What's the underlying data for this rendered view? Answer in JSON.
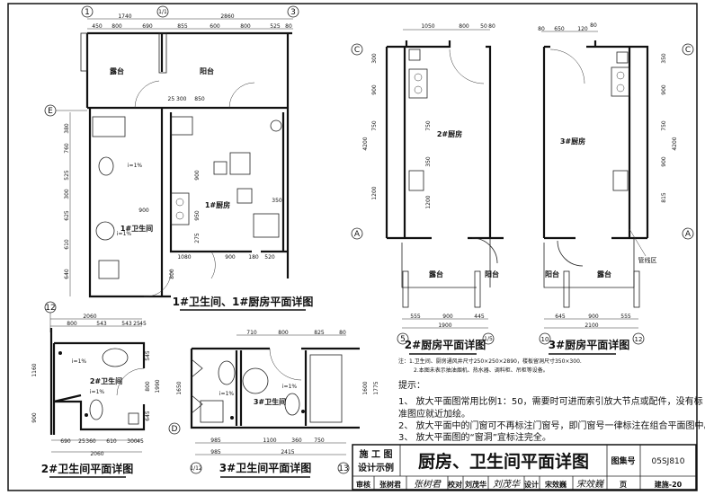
{
  "plan1": {
    "axes": [
      "1",
      "1/1",
      "3",
      "E"
    ],
    "dims_top_total": [
      "1740",
      "2860"
    ],
    "dims_top": [
      "450",
      "800",
      "690",
      "855",
      "600",
      "800",
      "525",
      "80"
    ],
    "dims_left": [
      "380",
      "760",
      "525",
      "300",
      "625",
      "610",
      "640"
    ],
    "dims_inner": [
      "25 300",
      "850",
      "900",
      "1080",
      "900",
      "180",
      "520",
      "800",
      "900",
      "350",
      "950",
      "275"
    ],
    "rooms": [
      "露台",
      "阳台",
      "1#厨房",
      "1#卫生间"
    ],
    "slopes": [
      "i=1%",
      "i=1%"
    ],
    "title": "1#卫生间、1#厨房平面详图"
  },
  "plan2bath": {
    "axis": "12",
    "dims_top_total": "2060",
    "dims_top": [
      "800",
      "543",
      "543",
      "25",
      "45"
    ],
    "dims_left": [
      "1160",
      "900"
    ],
    "dims_right": [
      "545",
      "800",
      "645",
      "1990"
    ],
    "dims_bottom": [
      "690",
      "25",
      "360",
      "610",
      "300",
      "45"
    ],
    "dims_bottom_total": "2060",
    "room": "2#卫生间",
    "slopes": [
      "i=1%",
      "i=1%"
    ],
    "title": "2#卫生间平面详图"
  },
  "plan3bath": {
    "axes": [
      "D",
      "1/12",
      "13"
    ],
    "dims_top": [
      "710",
      "800",
      "825",
      "80"
    ],
    "dims_left": [
      "1650"
    ],
    "dims_right": [
      "1600",
      "1775"
    ],
    "dims_bottom": [
      "985",
      "1100",
      "360",
      "750"
    ],
    "dims_bottom_total": [
      "985",
      "2415"
    ],
    "room": "3#卫生间",
    "slopes": [
      "i=1%",
      "i=1%"
    ],
    "title": "3#卫生间平面详图"
  },
  "plan2kitchen": {
    "axes": [
      "C",
      "A",
      "5",
      "1/5"
    ],
    "dims_top": [
      "1050",
      "800",
      "50",
      "80"
    ],
    "dims_left": [
      "300",
      "900",
      "750",
      "4200",
      "1200"
    ],
    "dims_inner": [
      "750",
      "350",
      "1200"
    ],
    "dims_bottom": [
      "555",
      "900",
      "445"
    ],
    "dims_bottom_total": "1900",
    "rooms": [
      "2#厨房",
      "露台",
      "阳台"
    ],
    "title": "2#厨房平面详图"
  },
  "plan3kitchen": {
    "axes": [
      "C",
      "A",
      "10",
      "12"
    ],
    "dims_top": [
      "80",
      "650",
      "120",
      "80"
    ],
    "dims_right": [
      "350",
      "900",
      "750",
      "900",
      "815",
      "4200"
    ],
    "dims_bottom": [
      "645",
      "900",
      "555"
    ],
    "dims_bottom_total": "2100",
    "rooms": [
      "3#厨房",
      "阳台",
      "露台"
    ],
    "pipe_zone": "管线区",
    "title": "3#厨房平面详图"
  },
  "notes": {
    "small": [
      "注：1.卫生间、厨房通风井尺寸250×250×2890，楼板留洞尺寸350×300.",
      "2.本图未表示抽油烟机、热水器、调料柜、吊柜等设备。"
    ],
    "heading": "提示：",
    "items": [
      "1、 放大平面图常用比例1：50，需要时可进而索引放大节点或配件，没有标",
      "准图应就近加绘。",
      "2、 放大平面中的门窗可不再标注门窗号，即门窗号一律标注在组合平面图中。",
      "3、 放大平面图的“窗洞”宜标注完全。"
    ]
  },
  "title_block": {
    "category_line1": "施 工 图",
    "category_line2": "设计示例",
    "drawing_title": "厨房、卫生间平面详图",
    "atlas_label": "图集号",
    "atlas_no": "05SJ810",
    "review_label": "审核",
    "reviewer": "张树君",
    "reviewer_sig": "张树君",
    "check_label": "校对",
    "checker": "刘茂华",
    "checker_sig": "刘茂华",
    "design_label": "设计",
    "designer": "宋效巍",
    "designer_sig": "宋效巍",
    "page_label": "页",
    "page_no": "建施-20"
  }
}
